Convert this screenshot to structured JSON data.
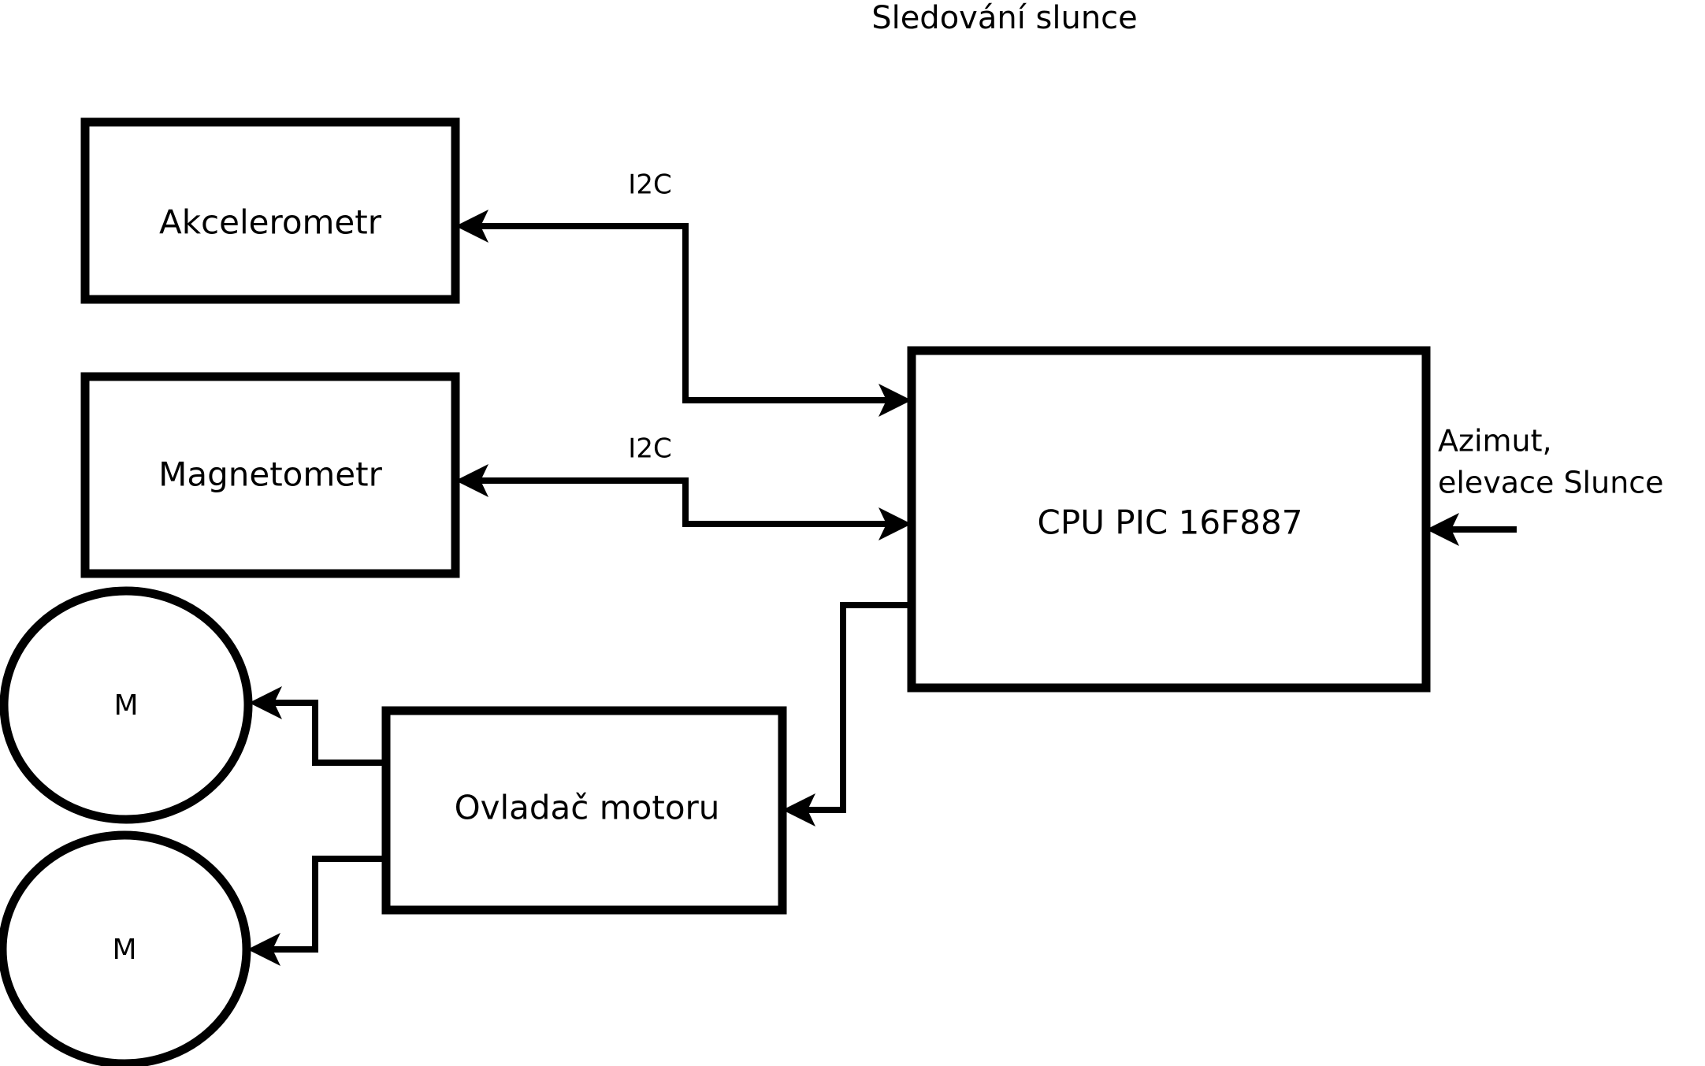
{
  "diagram": {
    "title": "Sledování slunce",
    "nodes": [
      {
        "id": "akcelerometr",
        "label": "Akcelerometr",
        "shape": "rect"
      },
      {
        "id": "magnetometr",
        "label": "Magnetometr",
        "shape": "rect"
      },
      {
        "id": "cpu",
        "label": "CPU PIC 16F887",
        "shape": "rect"
      },
      {
        "id": "ovladac",
        "label": "Ovladač motoru",
        "shape": "rect"
      },
      {
        "id": "motor1",
        "label": "M",
        "shape": "circle"
      },
      {
        "id": "motor2",
        "label": "M",
        "shape": "circle"
      }
    ],
    "edge_labels": {
      "accel_bus": "I2C",
      "magnet_bus": "I2C"
    },
    "annotations": {
      "input_line1": "Azimut,",
      "input_line2": "elevace Slunce"
    },
    "style": {
      "background": "#ffffff",
      "stroke": "#000000",
      "fill": "#ffffff"
    }
  }
}
